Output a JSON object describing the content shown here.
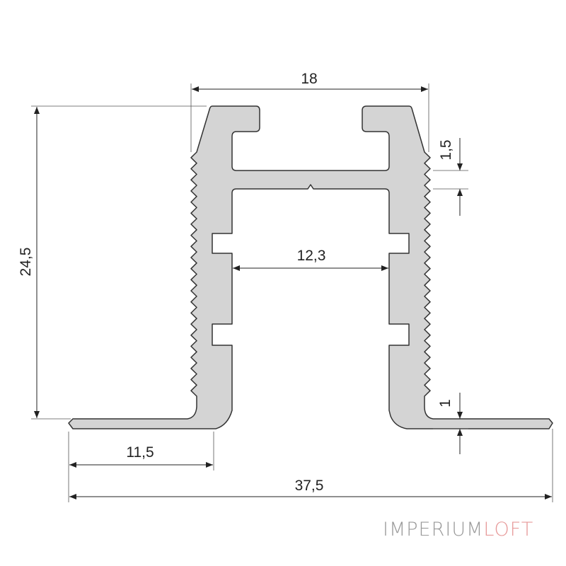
{
  "dimensions": {
    "top_width": "18",
    "height": "24,5",
    "crossbar_thickness": "1,5",
    "inner_width": "12,3",
    "flange_thickness": "1",
    "flange_width": "11,5",
    "total_width": "37,5"
  },
  "colors": {
    "profile_fill": "#d4d4d4",
    "profile_stroke": "#333333",
    "logo_gray": "#9a9a9a",
    "logo_accent": "#e79a9a"
  },
  "logo": {
    "part1": "IMPERIUM",
    "part2": "LOFT"
  }
}
